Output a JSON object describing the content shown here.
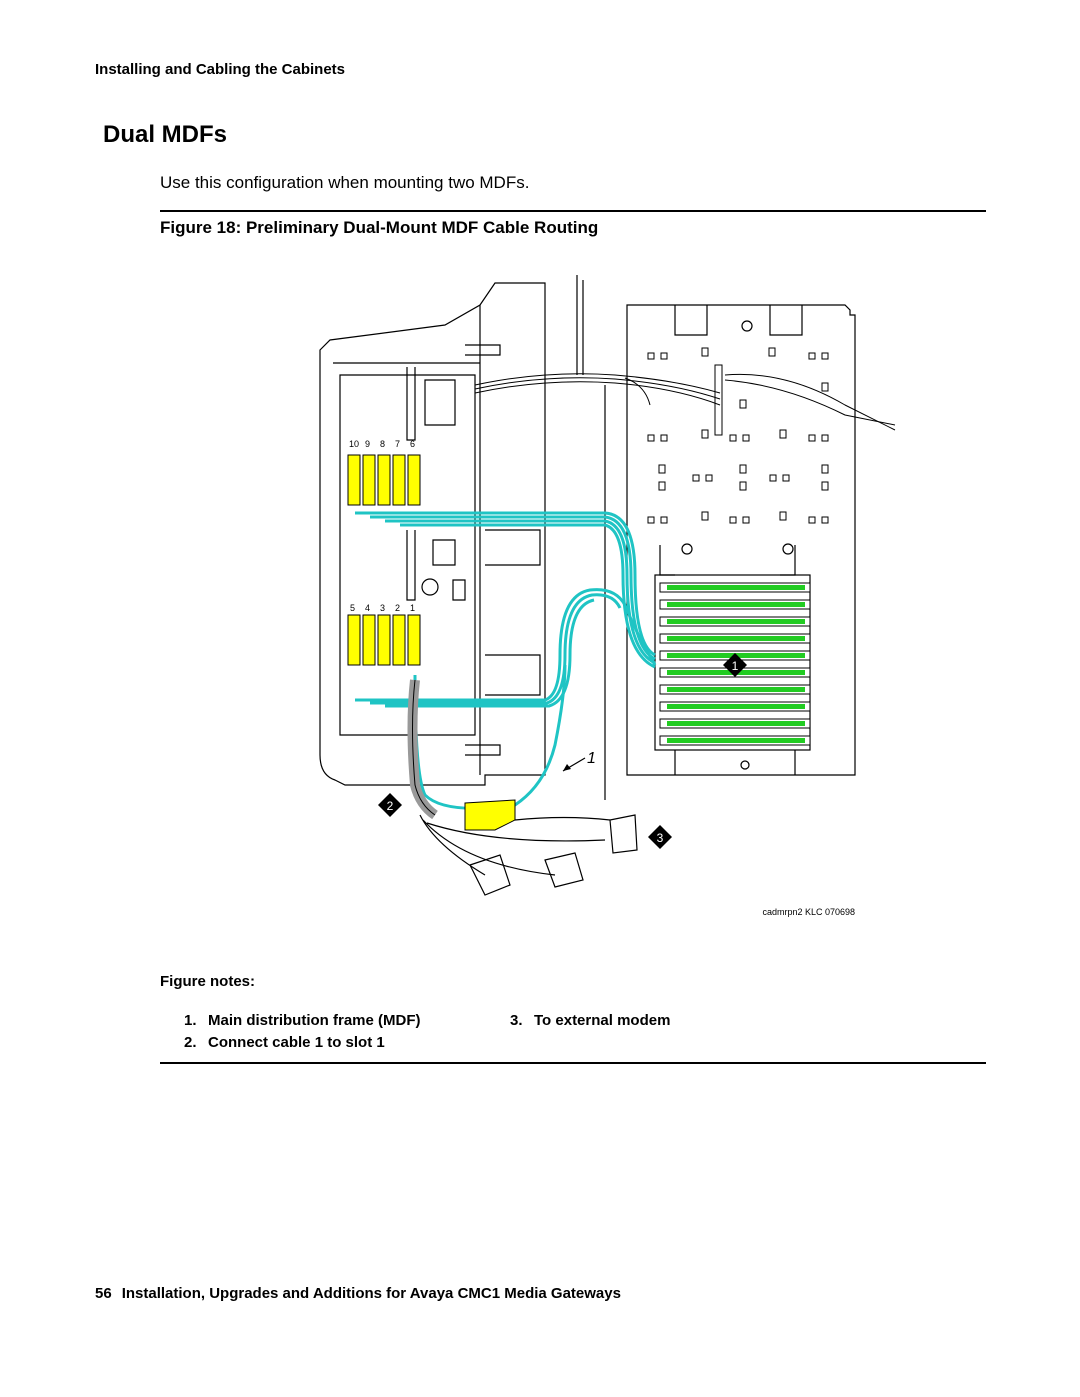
{
  "running_head": "Installing and Cabling the Cabinets",
  "section_title": "Dual MDFs",
  "intro": "Use this configuration when mounting two MDFs.",
  "figure": {
    "title": "Figure 18: Preliminary Dual-Mount MDF Cable Routing",
    "credit": "cadmrpn2 KLC 070698",
    "slot_numbers_top": [
      "10",
      "9",
      "8",
      "7",
      "6"
    ],
    "slot_numbers_bottom": [
      "5",
      "4",
      "3",
      "2",
      "1"
    ],
    "callouts": [
      "1",
      "2",
      "3"
    ],
    "cable_label": "1",
    "colors": {
      "cable": "#1fc4c4",
      "connector": "#ffff00",
      "mdf_strip": "#22cc22",
      "callout": "#000000"
    }
  },
  "notes": {
    "heading": "Figure notes:",
    "items": [
      {
        "num": "1.",
        "text": "Main distribution frame (MDF)"
      },
      {
        "num": "2.",
        "text": "Connect cable 1 to slot 1"
      },
      {
        "num": "3.",
        "text": "To external modem"
      }
    ]
  },
  "footer": {
    "page_number": "56",
    "title": "Installation, Upgrades and Additions for Avaya CMC1 Media Gateways"
  }
}
